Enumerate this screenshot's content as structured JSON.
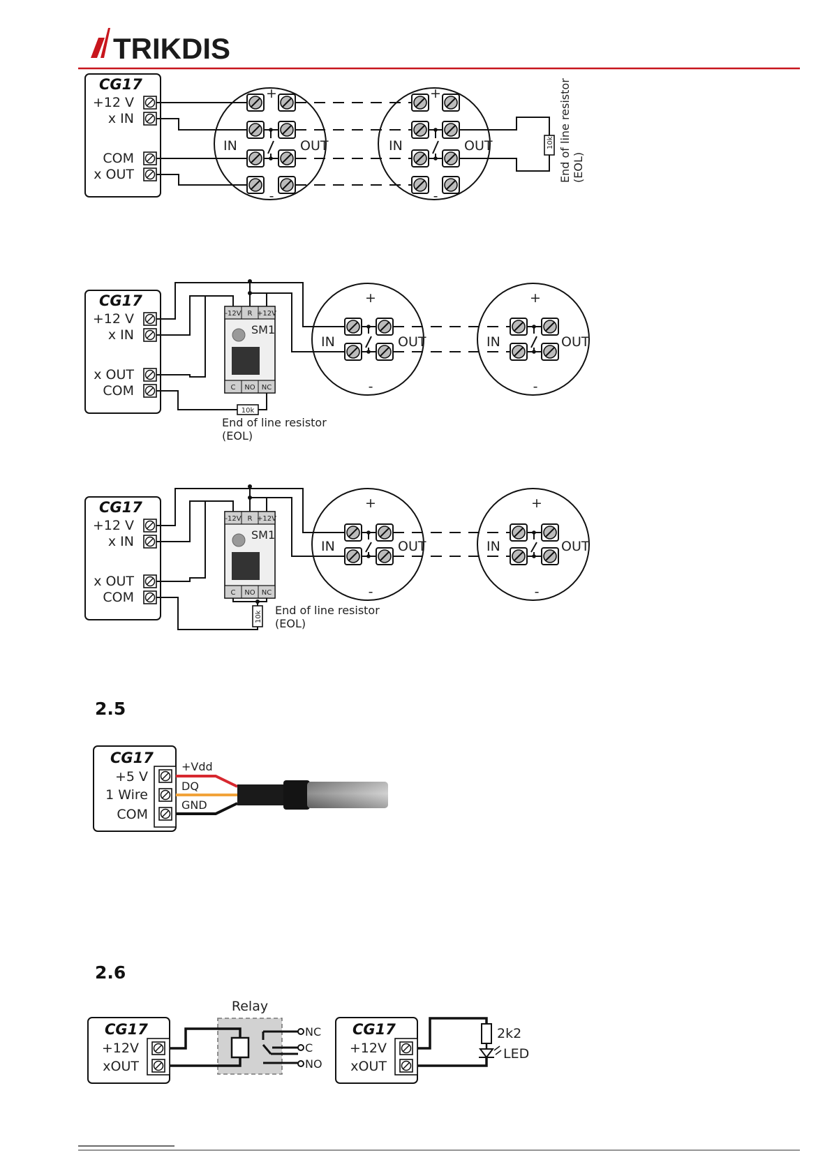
{
  "header": {
    "brand": "TRIKDIS",
    "accent_color": "#c8161d"
  },
  "diagram1": {
    "device": "CG17",
    "terminals": [
      "+12 V",
      "x IN",
      "COM",
      "x OUT"
    ],
    "detector_in": "IN",
    "detector_out": "OUT",
    "plus": "+",
    "minus": "-",
    "resistor_value": "10k",
    "eol_line1": "End of line resistor",
    "eol_line2": "(EOL)"
  },
  "diagram2": {
    "device": "CG17",
    "terminals": [
      "+12 V",
      "x IN",
      "x OUT",
      "COM"
    ],
    "module": "SM1",
    "module_top": [
      "-12V",
      "R",
      "+12V"
    ],
    "module_bottom": [
      "C",
      "NO",
      "NC"
    ],
    "detector_in": "IN",
    "detector_out": "OUT",
    "plus": "+",
    "minus": "-",
    "resistor_value": "10k",
    "eol_line1": "End of line resistor",
    "eol_line2": "(EOL)"
  },
  "diagram3": {
    "device": "CG17",
    "terminals": [
      "+12 V",
      "x IN",
      "x OUT",
      "COM"
    ],
    "module": "SM1",
    "module_top": [
      "-12V",
      "R",
      "+12V"
    ],
    "module_bottom": [
      "C",
      "NO",
      "NC"
    ],
    "detector_in": "IN",
    "detector_out": "OUT",
    "plus": "+",
    "minus": "-",
    "resistor_value": "10k",
    "eol_line1": "End of line resistor",
    "eol_line2": "(EOL)"
  },
  "section_2_5": {
    "number": "2.5",
    "device": "CG17",
    "terminals": [
      "+5 V",
      "1 Wire",
      "COM"
    ],
    "wires": [
      "+Vdd",
      "DQ",
      "GND"
    ],
    "wire_colors": [
      "#d7282f",
      "#f2a33a",
      "#111111"
    ]
  },
  "section_2_6": {
    "number": "2.6",
    "relay_title": "Relay",
    "device": "CG17",
    "terminals": [
      "+12V",
      "xOUT"
    ],
    "relay_contacts": [
      "NC",
      "C",
      "NO"
    ],
    "resistor_value": "2k2",
    "led_label": "LED"
  }
}
